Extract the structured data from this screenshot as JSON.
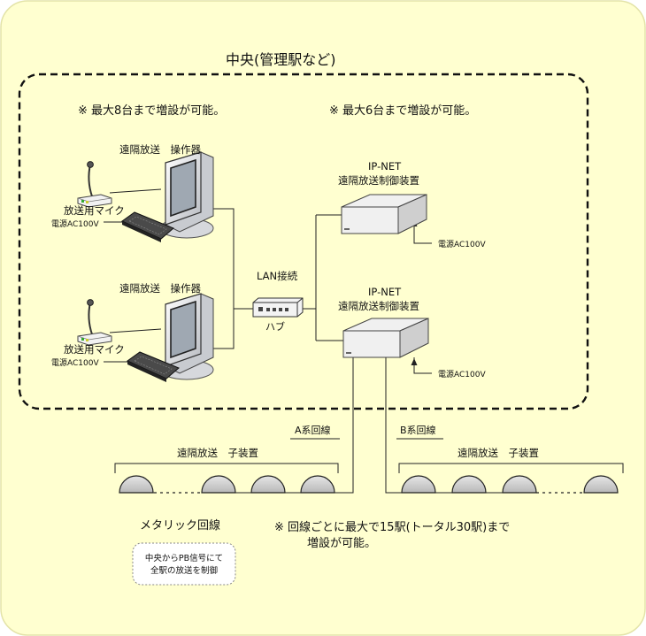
{
  "central_title": "中央(管理駅など)",
  "note_consoles": "※ 最大8台まで増設が可能。",
  "note_controllers": "※ 最大6台まで増設が可能。",
  "console_label": "遠隔放送　操作器",
  "mic_label": "放送用マイク",
  "power_label": "電源AC100V",
  "lan_label": "LAN接続",
  "hub_label": "ハブ",
  "controller_label_1": "IP-NET",
  "controller_label_2": "遠隔放送制御装置",
  "line_a_label": "A系回線",
  "line_b_label": "B系回線",
  "slave_label": "遠隔放送　子装置",
  "metallic_label": "メタリック回線",
  "note_lines_1": "※ 回線ごとに最大で15駅(トータル30駅)まで",
  "note_lines_2": "増設が可能。",
  "bubble_line_1": "中央からPB信号にて",
  "bubble_line_2": "全駅の放送を制御",
  "colors": {
    "background": "#ffffd0",
    "device_face": "#ffffff",
    "speaker": "#d4d4d4"
  }
}
